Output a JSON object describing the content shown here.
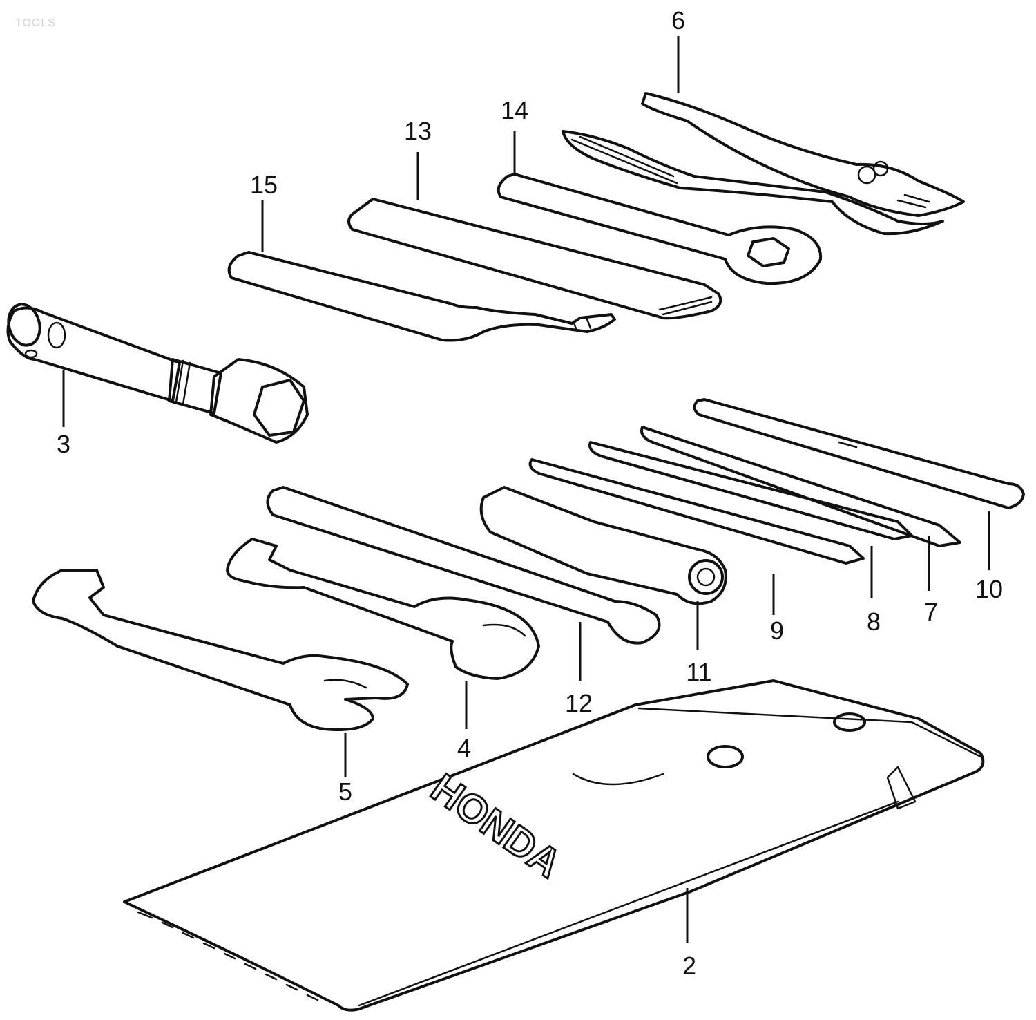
{
  "caption": "TOOLS",
  "brand_text": "HONDA",
  "callouts": {
    "c2": "2",
    "c3": "3",
    "c4": "4",
    "c5": "5",
    "c6": "6",
    "c7": "7",
    "c8": "8",
    "c9": "9",
    "c10": "10",
    "c11": "11",
    "c12": "12",
    "c13": "13",
    "c14": "14",
    "c15": "15"
  },
  "colors": {
    "ink": "#111111",
    "paper": "#ffffff",
    "caption": "#d0d0d0"
  }
}
